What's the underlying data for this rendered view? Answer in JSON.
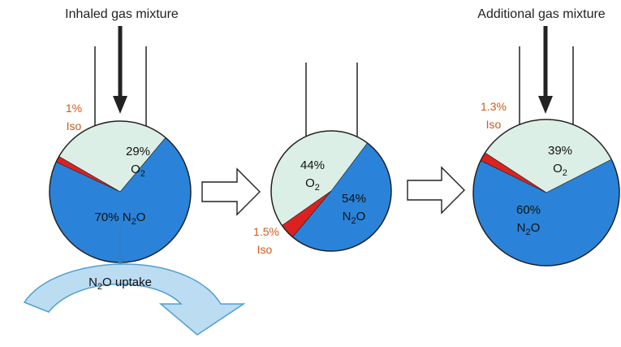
{
  "colors": {
    "n2o": "#2a83d8",
    "o2": "#dcefe6",
    "iso": "#dc2121",
    "iso_text": "#d2581c",
    "outline": "#222222",
    "uptake_fill": "#bcdcf2",
    "uptake_stroke": "#4f9fce"
  },
  "panels": [
    {
      "title": "Inhaled gas mixture",
      "iso_pct": "1%",
      "iso_label": "Iso",
      "o2_pct": "29%",
      "o2_base": "O",
      "o2_sub": "2",
      "n2o_pct": "70% N",
      "n2o_sub": "2",
      "n2o_tail": "O"
    },
    {
      "title": "",
      "iso_pct": "1.5%",
      "iso_label": "Iso",
      "o2_pct": "44%",
      "o2_base": "O",
      "o2_sub": "2",
      "n2o_pct": "54%",
      "n2o_base": "N",
      "n2o_sub": "2",
      "n2o_tail": "O"
    },
    {
      "title": "Additional gas mixture",
      "iso_pct": "1.3%",
      "iso_label": "Iso",
      "o2_pct": "39%",
      "o2_base": "O",
      "o2_sub": "2",
      "n2o_pct": "60%",
      "n2o_base": "N",
      "n2o_sub": "2",
      "n2o_tail": "O"
    }
  ],
  "uptake": {
    "base": "N",
    "sub": "2",
    "tail": "O uptake"
  }
}
